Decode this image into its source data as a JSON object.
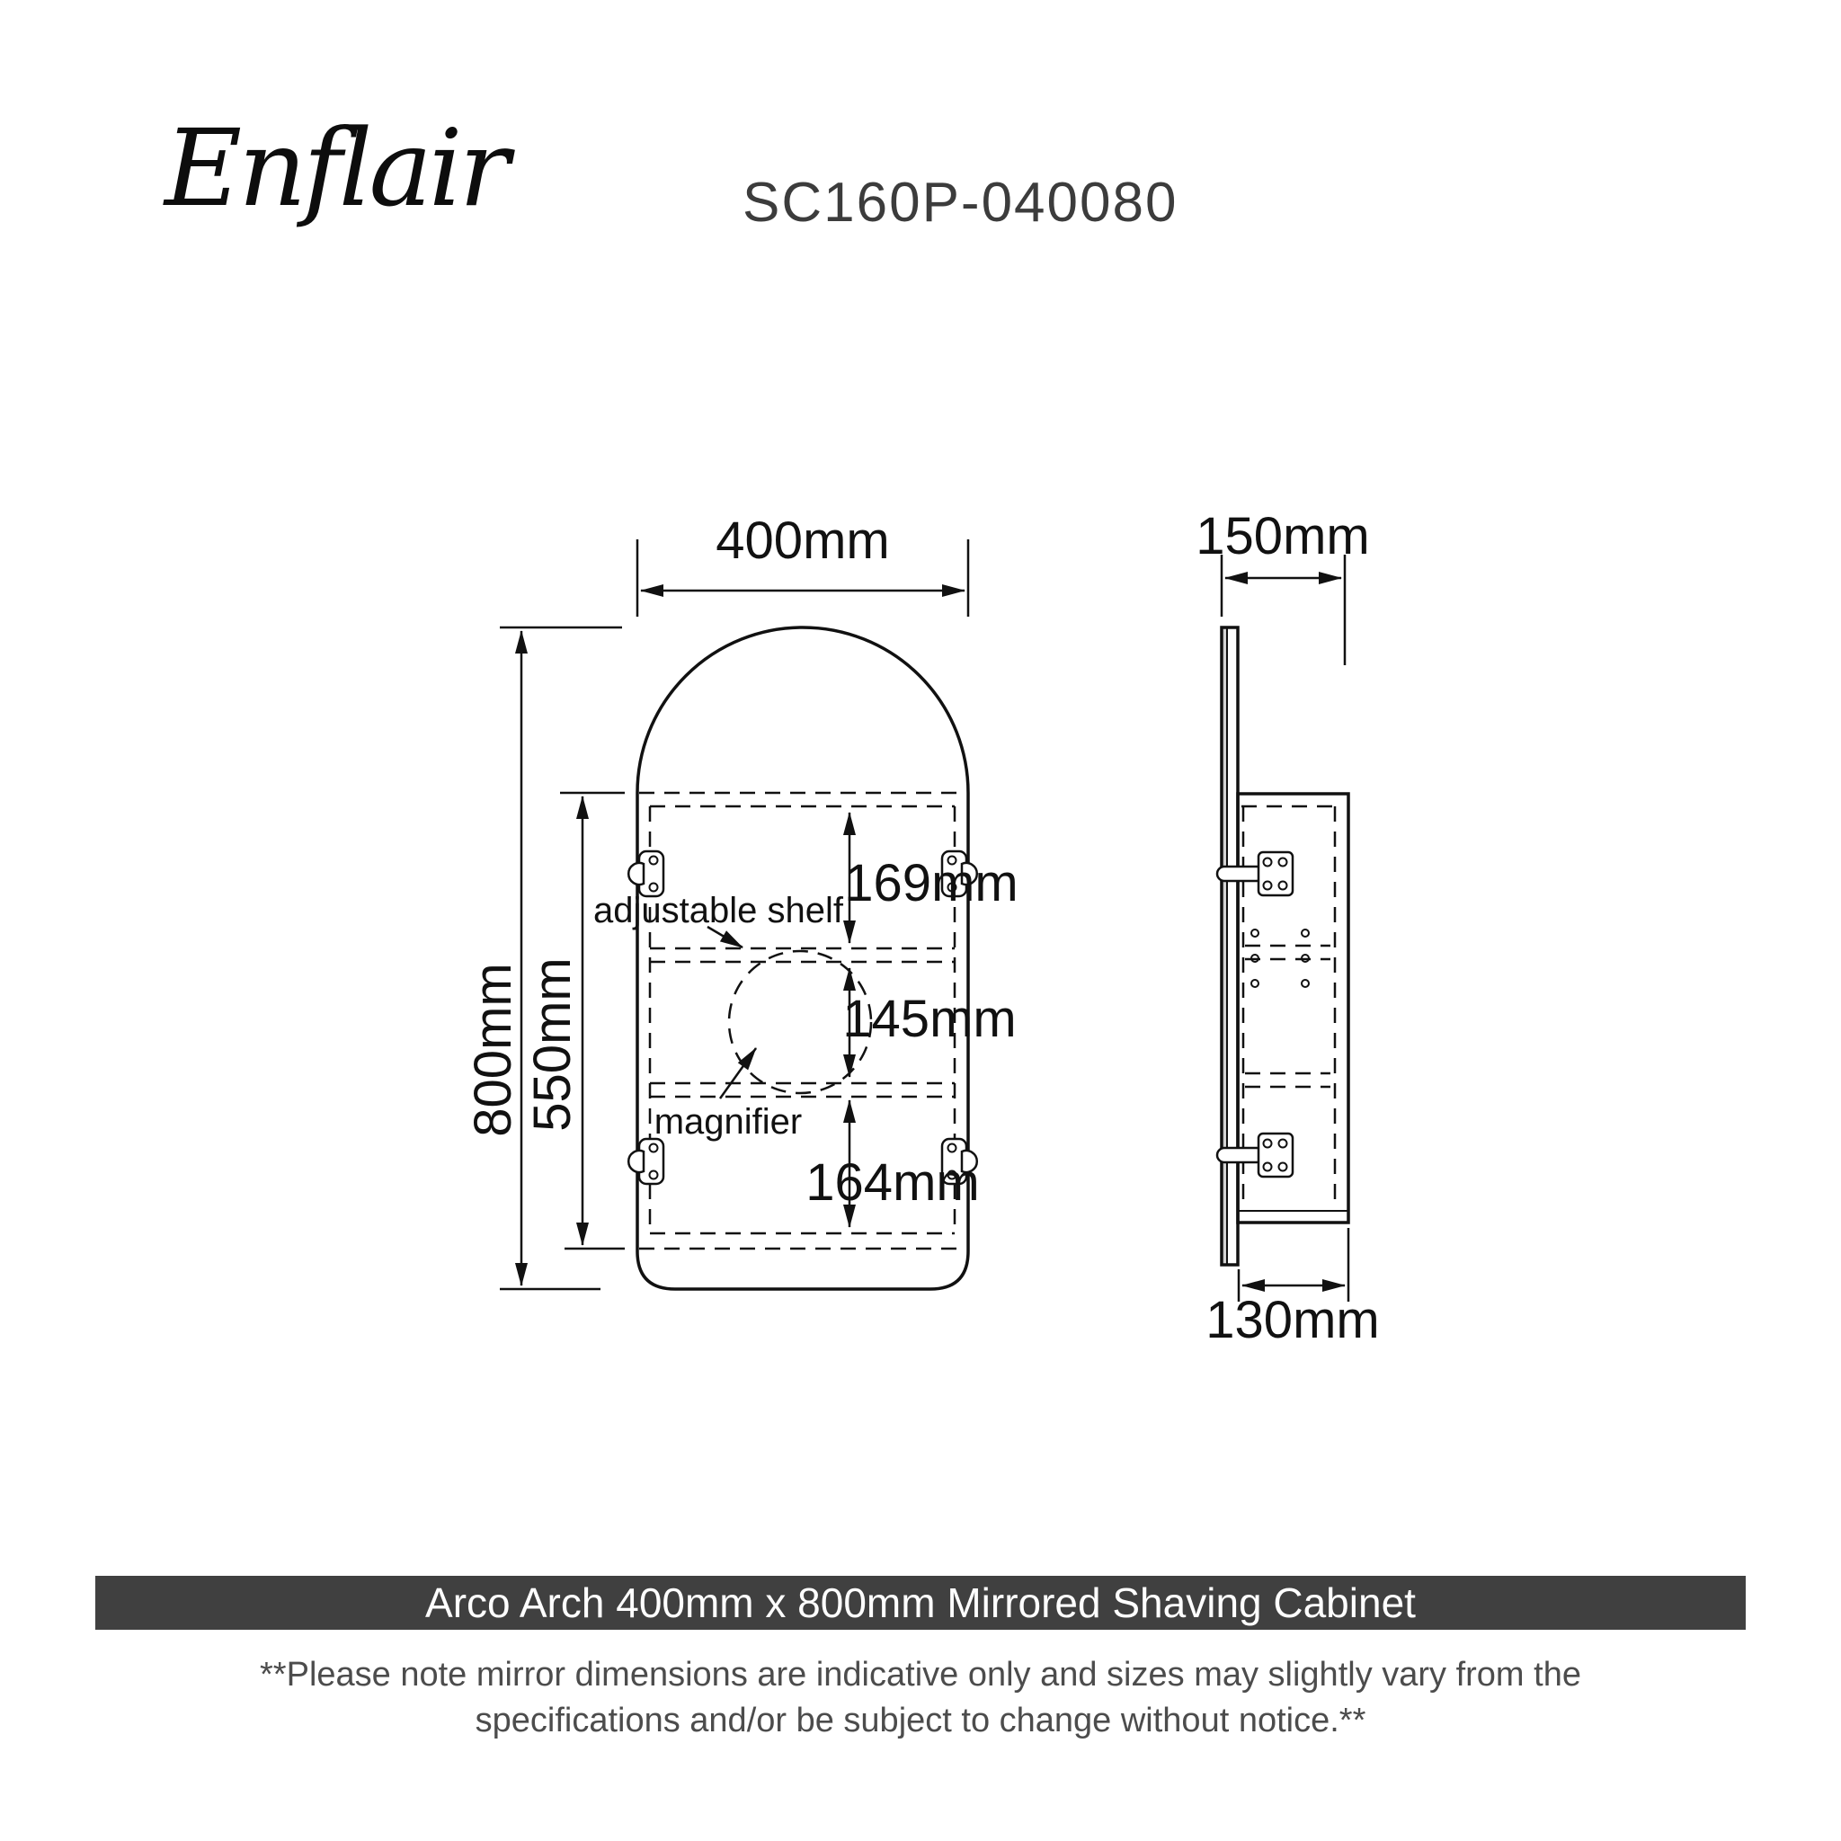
{
  "brand": {
    "logo_text": "Enflair"
  },
  "product": {
    "code": "SC160P-040080"
  },
  "front_view": {
    "width": "400mm",
    "overall_height": "800mm",
    "cabinet_height": "550mm",
    "top_shelf_space": "169mm",
    "middle_shelf_space": "145mm",
    "bottom_shelf_space": "164mm",
    "adjustable_shelf_label": "adjustable shelf",
    "magnifier_label": "magnifier"
  },
  "side_view": {
    "overall_depth": "150mm",
    "cabinet_depth": "130mm"
  },
  "banner": {
    "title": "Arco Arch 400mm x 800mm Mirrored Shaving Cabinet",
    "background_color": "#404040",
    "text_color": "#ffffff"
  },
  "disclaimer": {
    "line1": "**Please note mirror dimensions are indicative only and sizes may slightly vary from the",
    "line2": "specifications and/or be subject to change without notice.**"
  },
  "drawing_color": "#111111"
}
